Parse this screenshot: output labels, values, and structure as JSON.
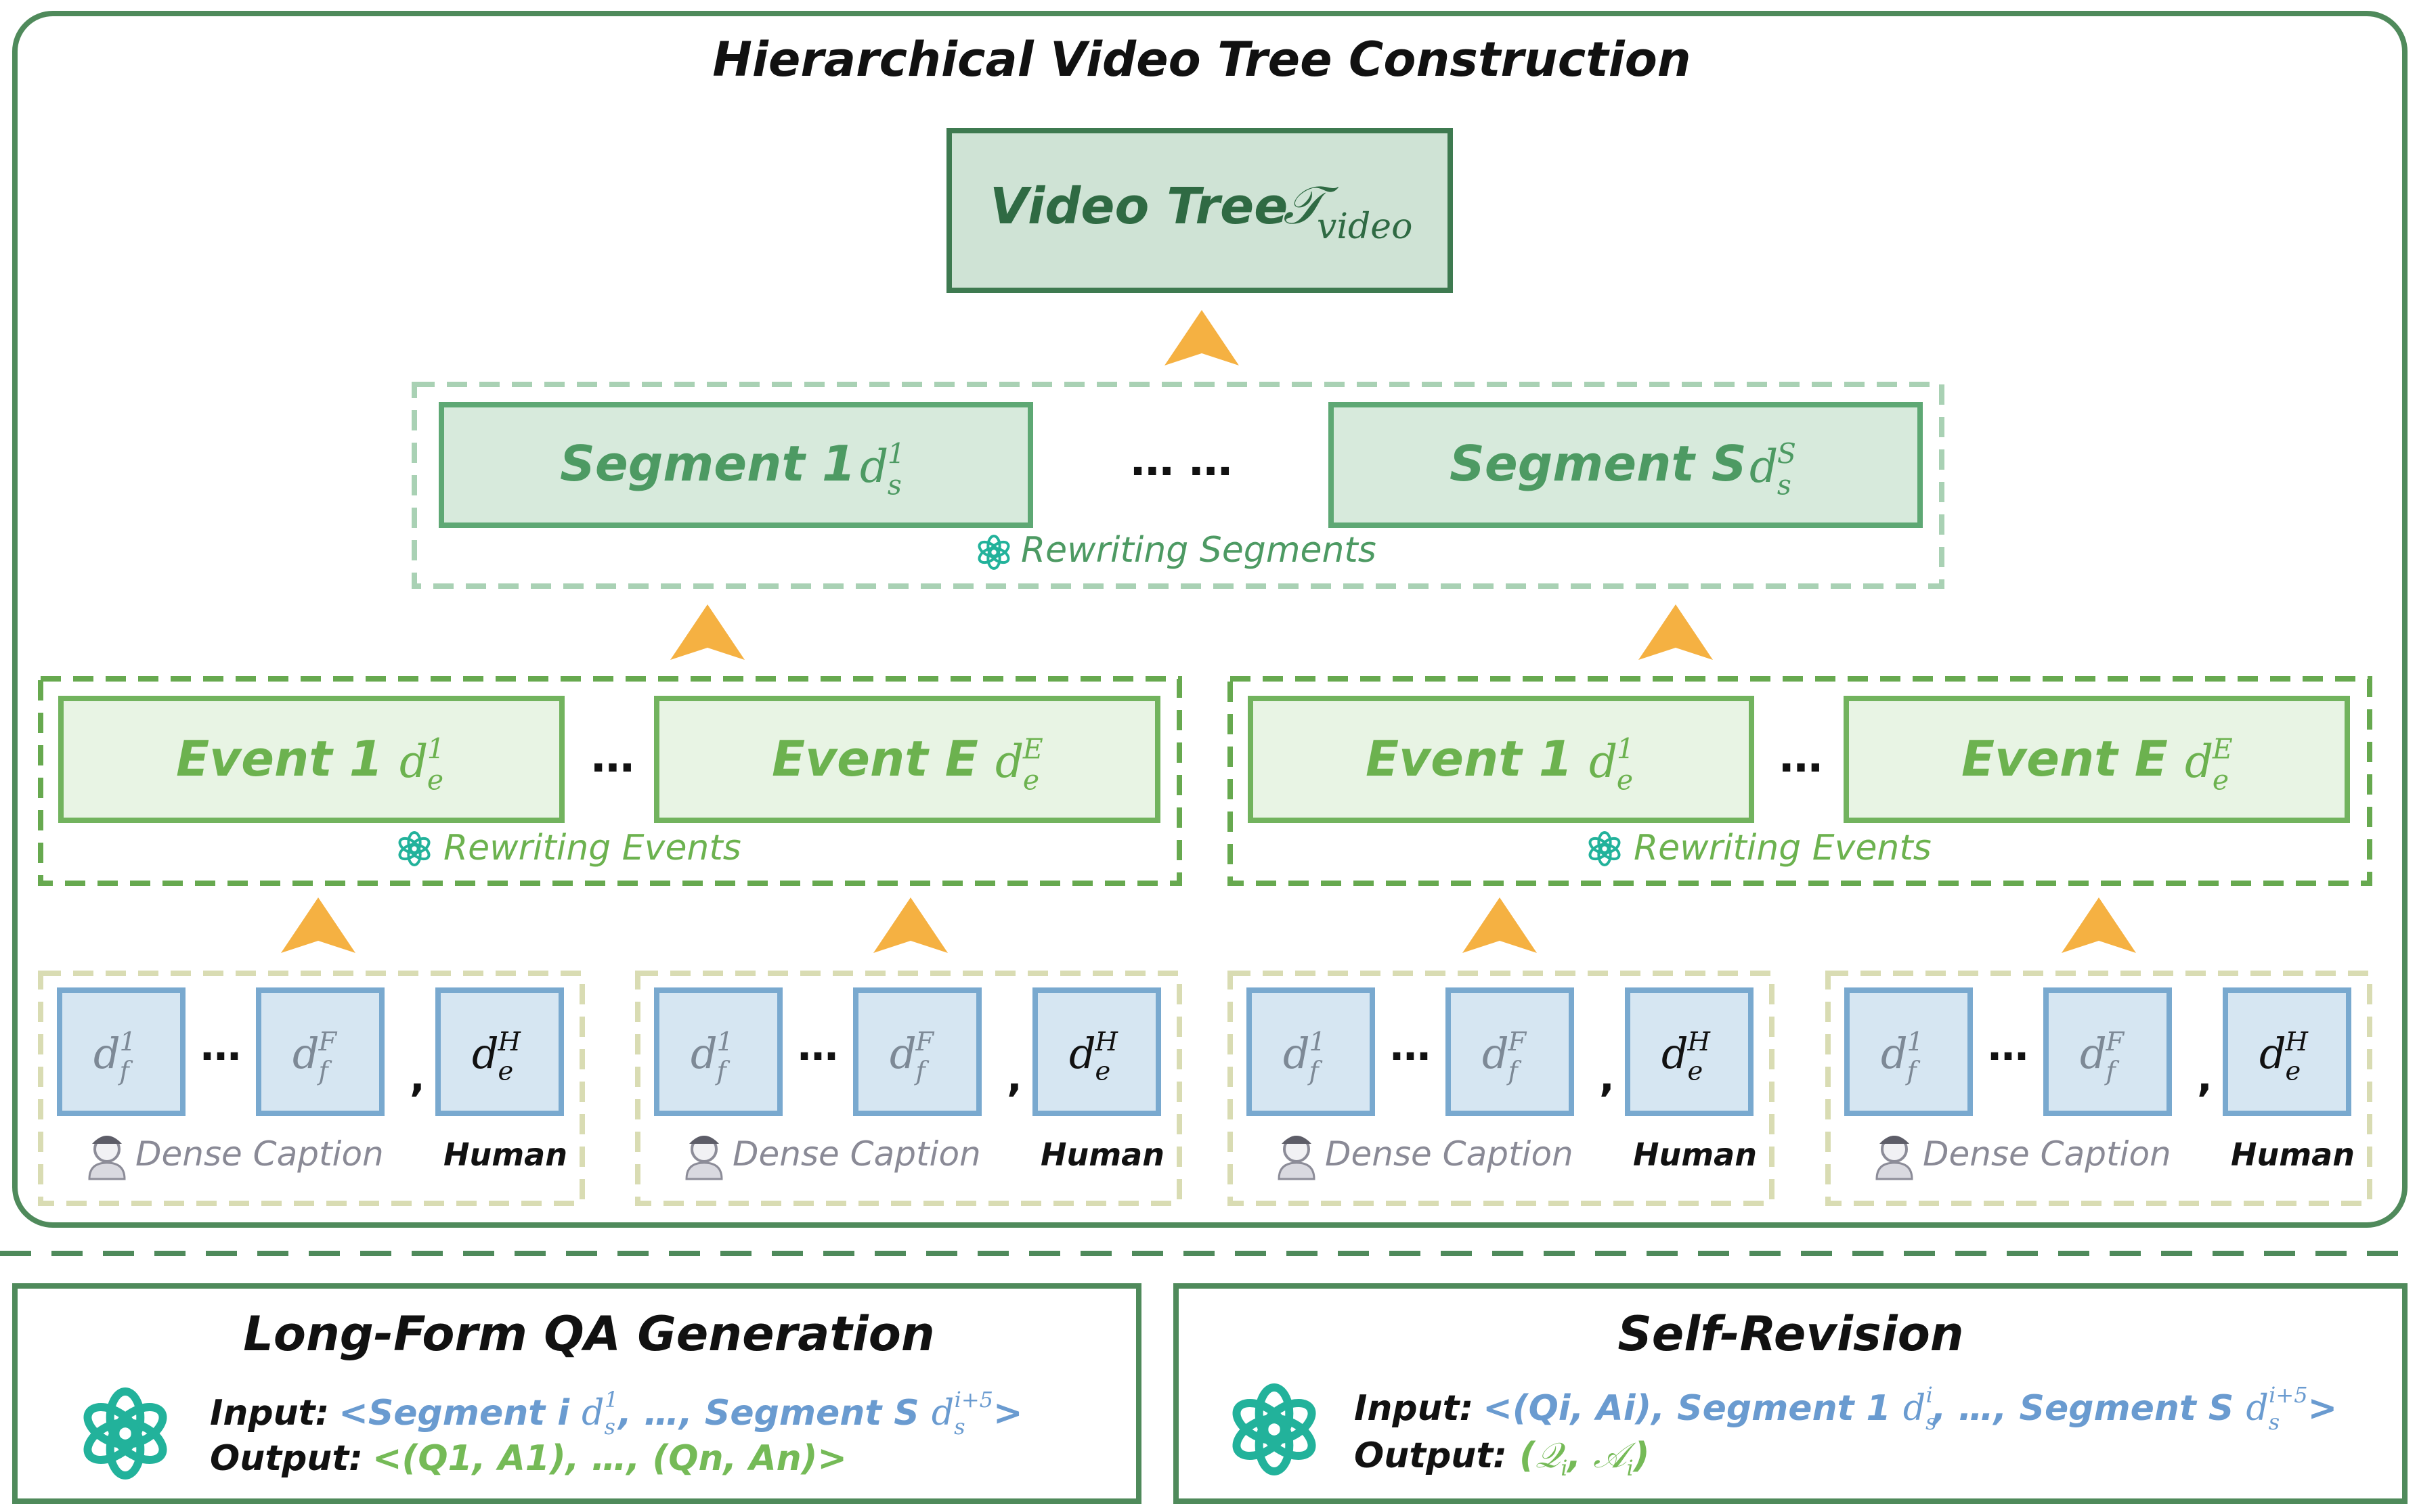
{
  "top_panel": {
    "title": "Hierarchical Video Tree Construction",
    "video_tree": {
      "label": "Video Tree",
      "symbol": "𝒯",
      "symbol_sub": "video"
    },
    "segments": {
      "items": [
        {
          "label": "Segment 1",
          "var": "d",
          "sub": "s",
          "sup": "1"
        },
        {
          "label": "Segment S",
          "var": "d",
          "sub": "s",
          "sup": "S"
        }
      ],
      "ellipsis": "… …",
      "caption": "Rewriting Segments"
    },
    "event_groups": [
      {
        "items": [
          {
            "label": "Event 1",
            "var": "d",
            "sub": "e",
            "sup": "1"
          },
          {
            "label": "Event E",
            "var": "d",
            "sub": "e",
            "sup": "E"
          }
        ],
        "ellipsis": "…",
        "caption": "Rewriting Events"
      },
      {
        "items": [
          {
            "label": "Event 1",
            "var": "d",
            "sub": "e",
            "sup": "1"
          },
          {
            "label": "Event E",
            "var": "d",
            "sub": "e",
            "sup": "E"
          }
        ],
        "ellipsis": "…",
        "caption": "Rewriting Events"
      }
    ],
    "caption_groups": [
      {
        "frame_first": {
          "var": "d",
          "sub": "f",
          "sup": "1"
        },
        "frame_last": {
          "var": "d",
          "sub": "f",
          "sup": "F"
        },
        "human": {
          "var": "d",
          "sub": "e",
          "sup": "H"
        },
        "ellipsis": "…",
        "comma": ",",
        "dense_label": "Dense Caption",
        "human_label": "Human"
      },
      {
        "frame_first": {
          "var": "d",
          "sub": "f",
          "sup": "1"
        },
        "frame_last": {
          "var": "d",
          "sub": "f",
          "sup": "F"
        },
        "human": {
          "var": "d",
          "sub": "e",
          "sup": "H"
        },
        "ellipsis": "…",
        "comma": ",",
        "dense_label": "Dense Caption",
        "human_label": "Human"
      },
      {
        "frame_first": {
          "var": "d",
          "sub": "f",
          "sup": "1"
        },
        "frame_last": {
          "var": "d",
          "sub": "f",
          "sup": "F"
        },
        "human": {
          "var": "d",
          "sub": "e",
          "sup": "H"
        },
        "ellipsis": "…",
        "comma": ",",
        "dense_label": "Dense Caption",
        "human_label": "Human"
      },
      {
        "frame_first": {
          "var": "d",
          "sub": "f",
          "sup": "1"
        },
        "frame_last": {
          "var": "d",
          "sub": "f",
          "sup": "F"
        },
        "human": {
          "var": "d",
          "sub": "e",
          "sup": "H"
        },
        "ellipsis": "…",
        "comma": ",",
        "dense_label": "Dense Caption",
        "human_label": "Human"
      }
    ]
  },
  "qa_panel": {
    "title": "Long-Form QA Generation",
    "input_label": "Input:",
    "input_parts": [
      "<Segment i ",
      "d",
      "s",
      "1",
      ", …, Segment S ",
      "d",
      "s",
      "i+5",
      ">"
    ],
    "output_label": "Output:",
    "output_text": "<(Q1, A1), …, (Qn, An)>"
  },
  "revision_panel": {
    "title": "Self-Revision",
    "input_label": "Input:",
    "input_parts": [
      "<(Qi, Ai), Segment 1 ",
      "d",
      "s",
      "i",
      ", …, Segment S ",
      "d",
      "s",
      "i+5",
      ">"
    ],
    "output_label": "Output:",
    "output_q": "𝒬",
    "output_q_sub": "i",
    "output_a": "𝒜",
    "output_a_sub": "i"
  },
  "colors": {
    "panel_border": "#4f8a5b",
    "tree_fill": "#cfe3d5",
    "tree_border": "#3e7a50",
    "tree_text": "#2f6a43",
    "segment_fill": "#d7eadc",
    "segment_border": "#5ea874",
    "segment_text": "#4d9a63",
    "segment_dash": "#a9d1b4",
    "event_fill": "#e8f4e4",
    "event_border": "#72b35e",
    "event_text": "#6cb24f",
    "event_dash": "#67a94f",
    "frame_fill": "#d6e6f2",
    "frame_border": "#79a9cf",
    "frame_text": "#7d8996",
    "caption_dash": "#d9dcb3",
    "arrow": "#f5b142",
    "openai_teal": "#22b29b",
    "blue_text": "#6a9bd0",
    "green_text": "#75ba57"
  },
  "icons": [
    "openai-logo-icon",
    "caption-model-icon",
    "up-arrow-icon"
  ]
}
